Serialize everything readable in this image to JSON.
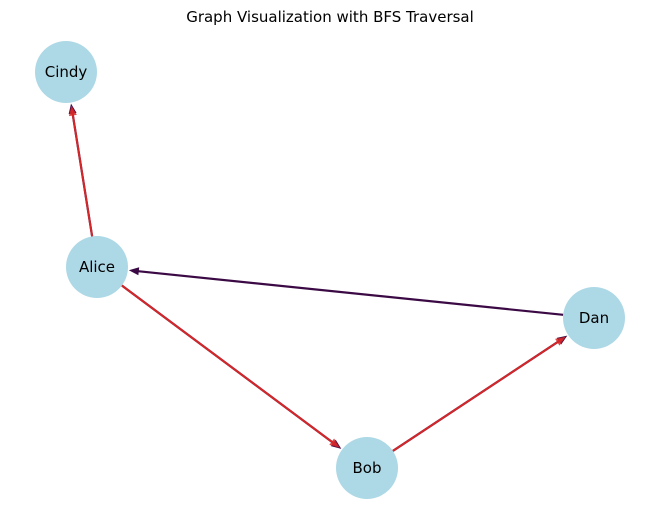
{
  "title": "Graph Visualization with BFS Traversal",
  "colors": {
    "background": "#ffffff",
    "node_fill": "#add8e6",
    "edge": "#3b0a45",
    "bfs_edge": "#d62728",
    "arrow_dark": "#3b0a45"
  },
  "graph": {
    "nodes": [
      {
        "id": "Cindy",
        "label": "Cindy"
      },
      {
        "id": "Alice",
        "label": "Alice"
      },
      {
        "id": "Dan",
        "label": "Dan"
      },
      {
        "id": "Bob",
        "label": "Bob"
      }
    ],
    "edges": [
      {
        "from": "Alice",
        "to": "Cindy",
        "bfs": true
      },
      {
        "from": "Alice",
        "to": "Bob",
        "bfs": true
      },
      {
        "from": "Bob",
        "to": "Dan",
        "bfs": true
      },
      {
        "from": "Dan",
        "to": "Alice",
        "bfs": false
      }
    ]
  }
}
